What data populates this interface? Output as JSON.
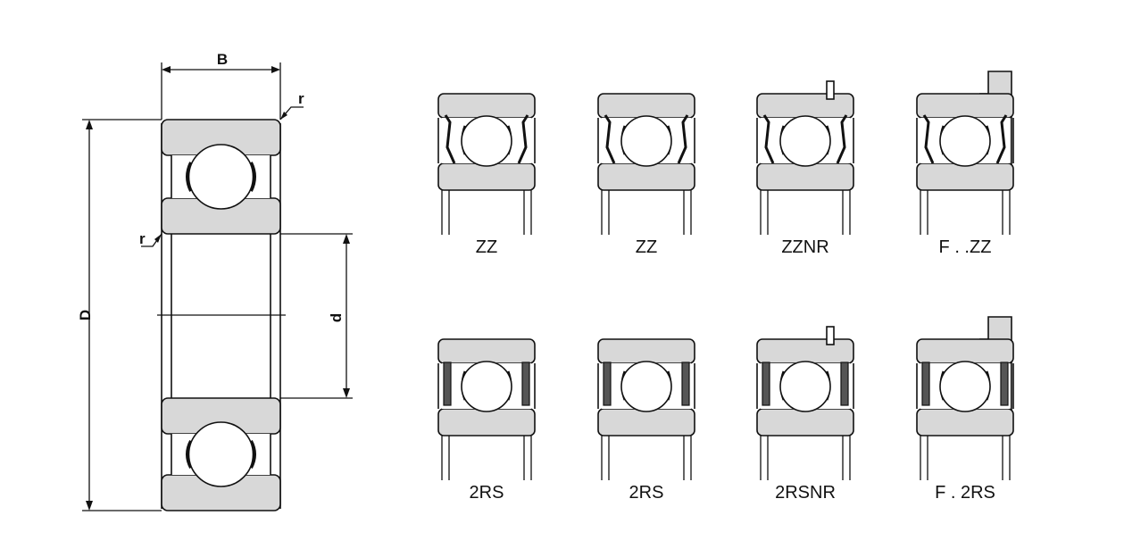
{
  "colors": {
    "stroke": "#111111",
    "fill": "#d8d8d8",
    "background": "#ffffff"
  },
  "main_view": {
    "dim_B": "B",
    "dim_D": "D",
    "dim_d": "d",
    "radius_outer": "r",
    "radius_inner": "r"
  },
  "variants": [
    {
      "label": "ZZ",
      "seal": "shield",
      "snap_ring": false,
      "flange": false
    },
    {
      "label": "ZZ",
      "seal": "shield",
      "snap_ring": false,
      "flange": false
    },
    {
      "label": "ZZNR",
      "seal": "shield",
      "snap_ring": true,
      "flange": false
    },
    {
      "label": "F . .ZZ",
      "seal": "shield",
      "snap_ring": false,
      "flange": true
    },
    {
      "label": "2RS",
      "seal": "rubber",
      "snap_ring": false,
      "flange": false
    },
    {
      "label": "2RS",
      "seal": "rubber",
      "snap_ring": false,
      "flange": false
    },
    {
      "label": "2RSNR",
      "seal": "rubber",
      "snap_ring": true,
      "flange": false
    },
    {
      "label": "F . 2RS",
      "seal": "rubber",
      "snap_ring": false,
      "flange": true
    }
  ]
}
